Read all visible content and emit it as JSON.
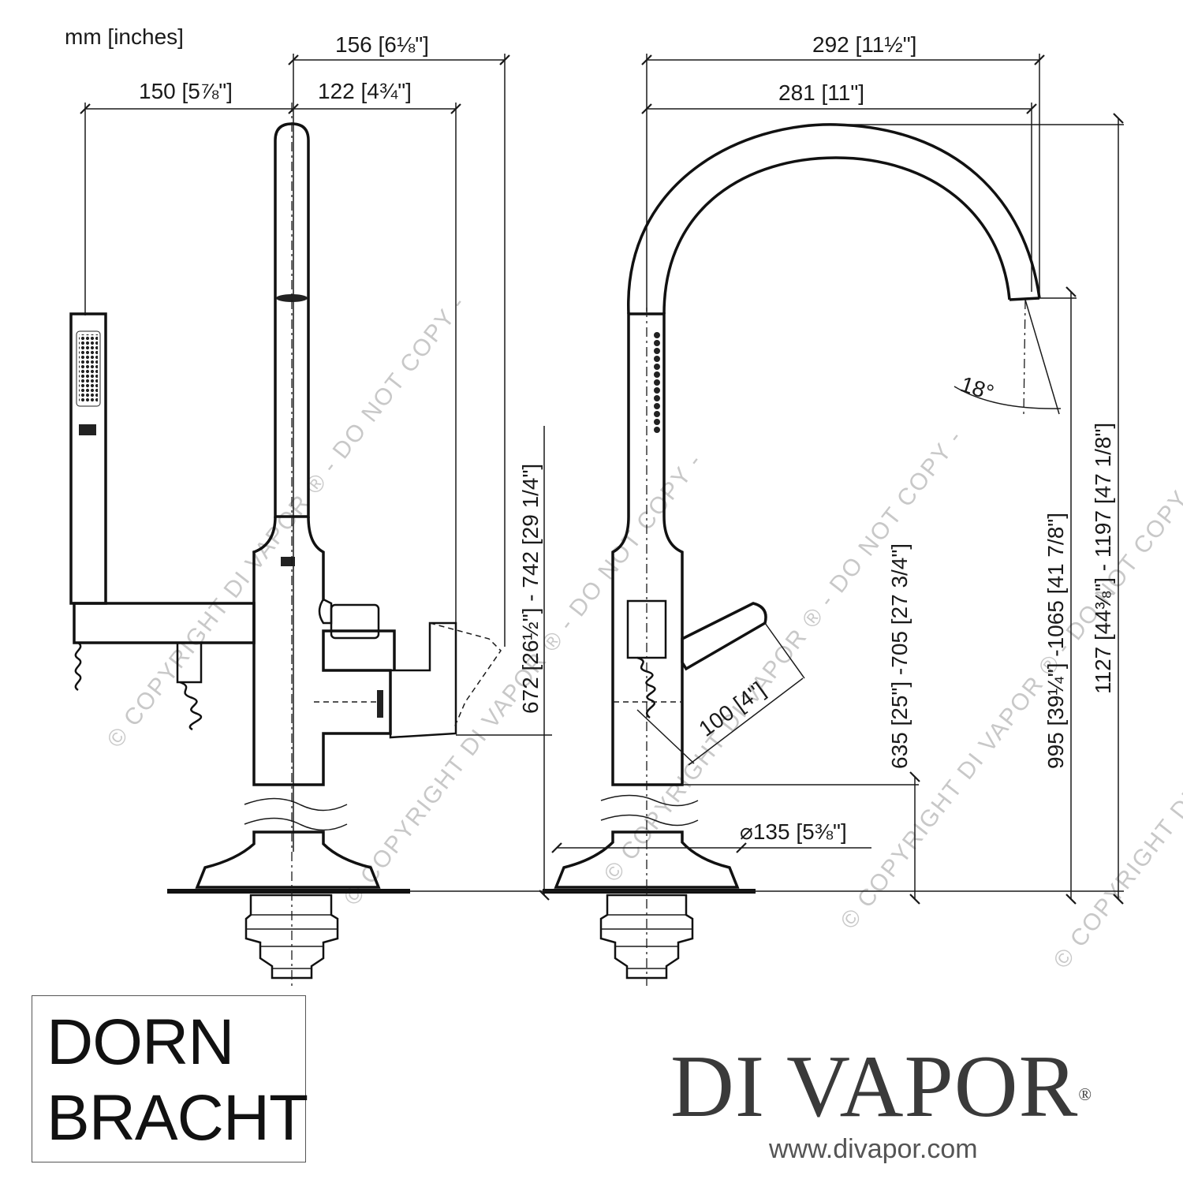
{
  "units_label": "mm [inches]",
  "left_view": {
    "overall_width": "156 [6⅛\"]",
    "handshower_offset": "150 [5⅞\"]",
    "lever_offset": "122 [4¾\"]",
    "lever_height": "672 [26½\"] - 742 [29 1/4\"]"
  },
  "right_view": {
    "spout_reach_outer": "292 [11½\"]",
    "spout_reach_inner": "281 [11\"]",
    "spout_angle": "18°",
    "lever_length": "100 [4\"]",
    "base_diameter": "⌀135 [5⅜\"]",
    "lever_axis_height": "635 [25\"] -705 [27 3/4\"]",
    "spout_outlet_height": "995 [39¼\"] -1065 [41 7/8\"]",
    "overall_height": "1127 [44⅜\"] - 1197 [47 1/8\"]"
  },
  "watermark": "© COPYRIGHT DI VAPOR ® - DO NOT COPY -",
  "logo_dornbracht": {
    "line1": "DORN",
    "line2": "BRACHT"
  },
  "logo_divapor": {
    "name": "DI VAPOR",
    "reg": "®",
    "url": "www.divapor.com"
  }
}
